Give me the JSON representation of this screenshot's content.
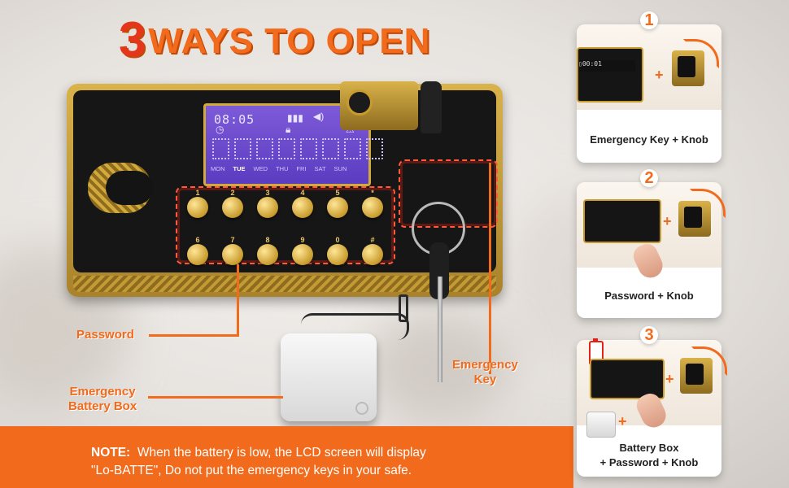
{
  "headline": {
    "number": "3",
    "text": "WAYS TO OPEN"
  },
  "lcd": {
    "time": "08:05",
    "days": [
      "MON",
      "TUE",
      "WED",
      "THU",
      "FRI",
      "SAT",
      "SUN"
    ],
    "active_day": "TUE"
  },
  "keypad": {
    "labels": [
      "1",
      "2",
      "3",
      "4",
      "5",
      "*",
      "6",
      "7",
      "8",
      "9",
      "0",
      "#"
    ]
  },
  "callouts": {
    "password": "Password",
    "battery_box": "Emergency\nBattery Box",
    "emergency_key": "Emergency\nKey"
  },
  "note": {
    "prefix": "NOTE:",
    "line1": "When the battery is low, the LCD screen will display",
    "line2": "\"Lo-BATTE\", Do not put the emergency keys in your safe."
  },
  "methods": [
    {
      "num": "1",
      "label": "Emergency Key + Knob"
    },
    {
      "num": "2",
      "label": "Password + Knob"
    },
    {
      "num": "3",
      "label": "Battery Box\n+ Password + Knob"
    }
  ],
  "colors": {
    "accent": "#f26a1b",
    "highlight": "#ff5a3a",
    "gold": "#c89b2d",
    "lcd": "#6a48cc"
  }
}
